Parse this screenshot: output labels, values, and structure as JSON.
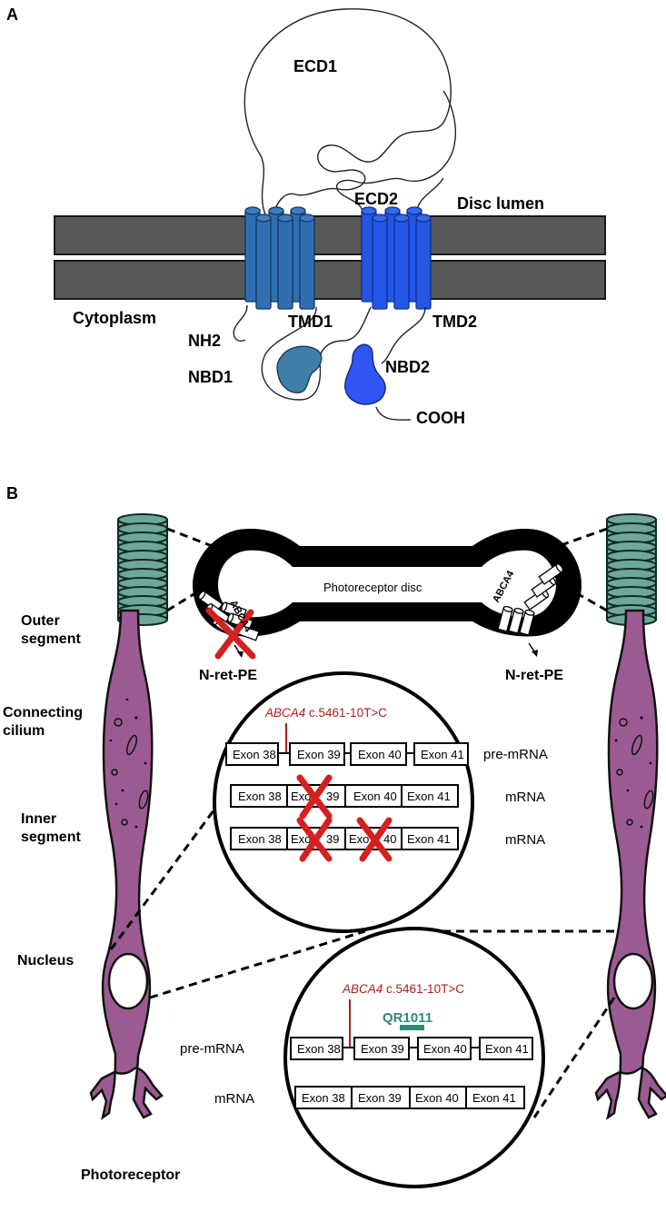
{
  "colors": {
    "membrane": "#585858",
    "tmd1": "#2f6fb1",
    "tmd2": "#2457e5",
    "nbd1": "#3f7ea6",
    "nbd2": "#2f56f2",
    "cell": "#9b5b92",
    "disc_stack": "#6fa89a",
    "mutation": "#b01c1c",
    "aso": "#2e8a79"
  },
  "panel_a": {
    "label": "A",
    "ecd1": "ECD1",
    "ecd2": "ECD2",
    "disc_lumen": "Disc lumen",
    "cytoplasm": "Cytoplasm",
    "nh2": "NH2",
    "tmd1": "TMD1",
    "tmd2": "TMD2",
    "nbd1": "NBD1",
    "nbd2": "NBD2",
    "cooh": "COOH"
  },
  "panel_b": {
    "label": "B",
    "regions": {
      "outer_segment_1": "Outer",
      "outer_segment_2": "segment",
      "cilium_1": "Connecting",
      "cilium_2": "cilium",
      "inner_segment_1": "Inner",
      "inner_segment_2": "segment",
      "nucleus": "Nucleus",
      "photoreceptor": "Photoreceptor"
    },
    "disc": {
      "title": "Photoreceptor disc",
      "transporter_left": "ABCA4",
      "transporter_right": "ABCA4",
      "substrate_left": "N-ret-PE",
      "substrate_right": "N-ret-PE"
    },
    "mutation": {
      "gene": "ABCA4",
      "variant": " c.5461-10T>C"
    },
    "splice_top": {
      "pre_label": "pre-mRNA",
      "mrna_label_1": "mRNA",
      "mrna_label_2": "mRNA",
      "exons": [
        "Exon 38",
        "Exon 39",
        "Exon 40",
        "Exon 41"
      ],
      "exon39_partial": "Exo",
      "exon39_suffix": "39",
      "exon40_partial": "Exo",
      "exon40_suffix": "40"
    },
    "splice_bottom": {
      "aso": "QR1011",
      "pre_label": "pre-mRNA",
      "mrna_label": "mRNA",
      "exons": [
        "Exon 38",
        "Exon 39",
        "Exon 40",
        "Exon 41"
      ]
    }
  }
}
